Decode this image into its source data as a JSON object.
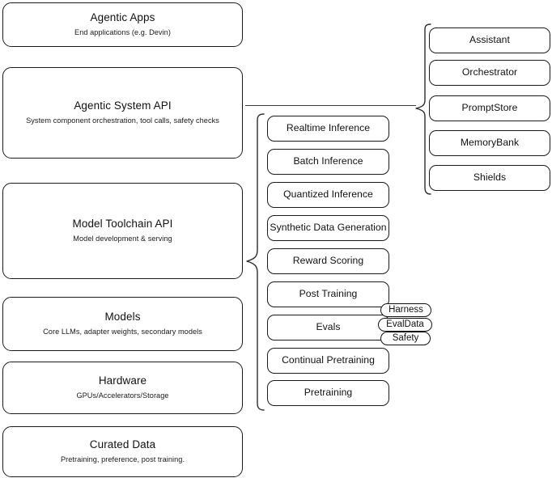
{
  "diagram": {
    "title": "AI stack layered architecture diagram",
    "stroke_color": "#1a1a1a",
    "background_color": "#ffffff"
  },
  "layers": [
    {
      "title": "Agentic Apps",
      "subtitle": "End applications (e.g. Devin)"
    },
    {
      "title": "Agentic System API",
      "subtitle": "System component orchestration, tool calls, safety checks"
    },
    {
      "title": "Model Toolchain API",
      "subtitle": "Model development & serving"
    },
    {
      "title": "Models",
      "subtitle": "Core LLMs, adapter weights, secondary models"
    },
    {
      "title": "Hardware",
      "subtitle": "GPUs/Accelerators/Storage"
    },
    {
      "title": "Curated Data",
      "subtitle": "Pretraining, preference, post training."
    }
  ],
  "toolchain_capabilities": [
    {
      "label": "Realtime Inference"
    },
    {
      "label": "Batch Inference"
    },
    {
      "label": "Quantized Inference"
    },
    {
      "label": "Synthetic Data Generation"
    },
    {
      "label": "Reward Scoring"
    },
    {
      "label": "Post Training"
    },
    {
      "label": "Evals"
    },
    {
      "label": "Continual Pretraining"
    },
    {
      "label": "Pretraining"
    }
  ],
  "evals_subcomponents": [
    {
      "label": "Harness"
    },
    {
      "label": "EvalData"
    },
    {
      "label": "Safety"
    }
  ],
  "system_components": [
    {
      "label": "Assistant"
    },
    {
      "label": "Orchestrator"
    },
    {
      "label": "PromptStore"
    },
    {
      "label": "MemoryBank"
    },
    {
      "label": "Shields"
    }
  ]
}
